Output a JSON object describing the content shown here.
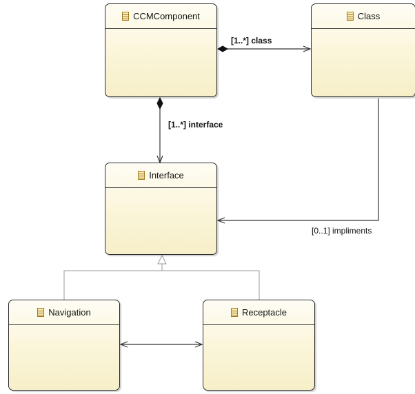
{
  "classes": {
    "ccmcomponent": {
      "name": "CCMComponent",
      "icon": "class-icon"
    },
    "class": {
      "name": "Class",
      "icon": "class-icon"
    },
    "interface": {
      "name": "Interface",
      "icon": "class-icon"
    },
    "navigation": {
      "name": "Navigation",
      "icon": "class-icon"
    },
    "receptacle": {
      "name": "Receptacle",
      "icon": "class-icon"
    }
  },
  "relations": {
    "component_class": {
      "label": "[1..*] class",
      "type": "composition"
    },
    "component_interface": {
      "label": "[1..*] interface",
      "type": "composition"
    },
    "class_interface": {
      "label": "[0..1] impliments",
      "type": "association"
    },
    "navigation_interface": {
      "type": "generalization"
    },
    "receptacle_interface": {
      "type": "generalization"
    },
    "navigation_receptacle": {
      "type": "bidirectional-association"
    }
  },
  "colors": {
    "class_fill": "#fbf5d9",
    "border": "#2b2b2b",
    "line": "#333333",
    "generalization_line": "#9a9a9a"
  }
}
